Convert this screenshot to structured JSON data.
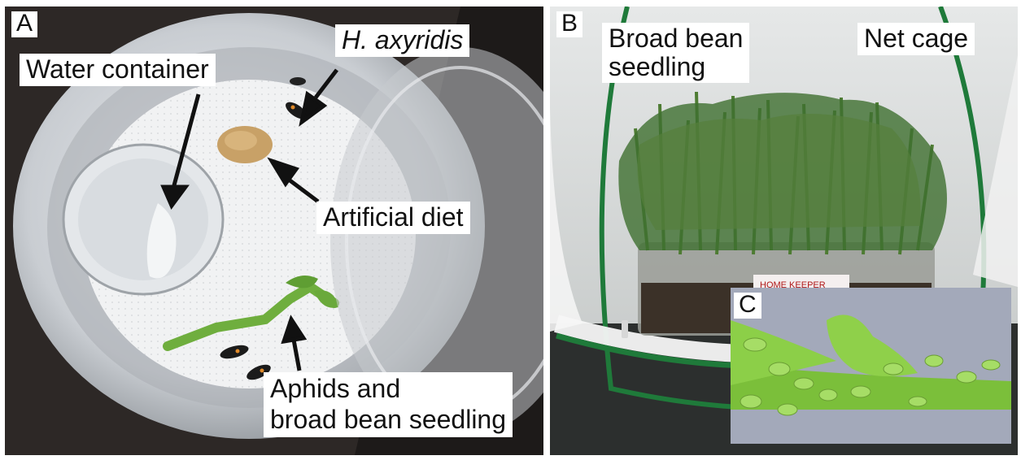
{
  "panels": {
    "a": {
      "letter": "A",
      "labels": {
        "water_container": "Water container",
        "h_axyridis": "H. axyridis",
        "artificial_diet": "Artificial diet",
        "aphids_line1": "Aphids and",
        "aphids_line2": "broad bean seedling"
      }
    },
    "b": {
      "letter": "B",
      "labels": {
        "broad_bean_line1": "Broad bean",
        "broad_bean_line2": "seedling",
        "net_cage": "Net cage"
      },
      "box_text": "HOME KEEPER"
    },
    "c": {
      "letter": "C"
    }
  },
  "colors": {
    "arrow": "#111111",
    "label_bg": "#ffffff",
    "seedling_green": "#3f6f2f",
    "cage_green": "#1f7a3a"
  }
}
